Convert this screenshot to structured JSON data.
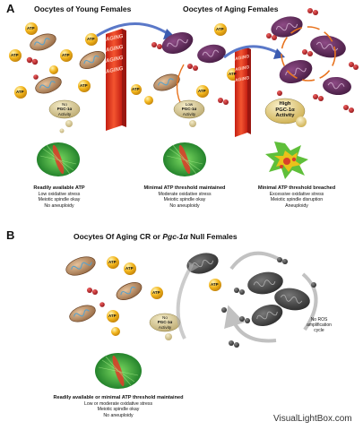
{
  "panel_a": {
    "letter": "A",
    "title_young": "Oocytes of Young Females",
    "title_aging": "Oocytes of Aging Females",
    "barrier_label": "AGING",
    "atp_label": "ATP",
    "pgc_low": [
      "No",
      "PGC-1α",
      "Activity"
    ],
    "pgc_low2": [
      "Low",
      "PGC-1α",
      "Activity"
    ],
    "pgc_high": [
      "High",
      "PGC-1α",
      "Activity"
    ],
    "col1": {
      "title": "Readily available ATP",
      "lines": [
        "Low oxidative stress",
        "Meiotic spindle okay",
        "No aneuploidy"
      ]
    },
    "col2": {
      "title": "Minimal ATP threshold maintained",
      "lines": [
        "Moderate oxidative stress",
        "Meiotic spindle okay",
        "No aneuploidy"
      ]
    },
    "col3": {
      "title": "Minimal ATP threshold breached",
      "lines": [
        "Excessive oxidative stress",
        "Meiotic spindle disruption",
        "Aneuploidy"
      ]
    }
  },
  "panel_b": {
    "letter": "B",
    "title_pre": "Oocytes Of Aging CR or ",
    "title_gene": "Pgc-1α",
    "title_post": " Null Females",
    "pgc_none": [
      "No",
      "PGC-1α",
      "Activity"
    ],
    "ros_note": [
      "No ROS",
      "amplification",
      "cycle"
    ],
    "summary": {
      "title": "Readily available or minimal ATP threshold maintained",
      "lines": [
        "Low or moderate oxidative stress",
        "Meiotic spindle okay",
        "No aneuploidy"
      ]
    }
  },
  "watermark": "VisualLightBox.com",
  "colors": {
    "atp": "#f2b51c",
    "mito": "#b7875a",
    "mito_aging": "#5e2c5a",
    "barrier": "#e53822",
    "ros": "#b3151c",
    "spindle": "#3cae3a",
    "spindle_core": "#d9402a",
    "arrow": "#5a78c8"
  }
}
